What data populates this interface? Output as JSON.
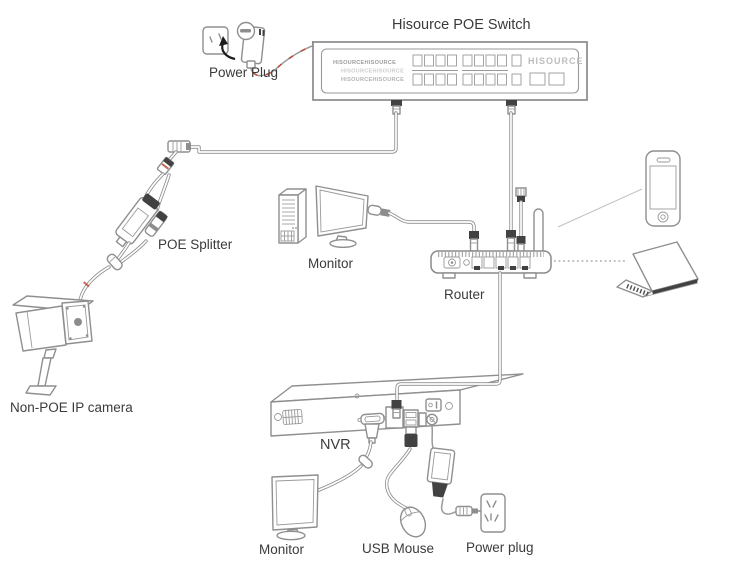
{
  "title": "Hisource POE Switch",
  "labels": {
    "power_plug_top": "Power Plug",
    "poe_splitter": "POE Splitter",
    "monitor_pc": "Monitor",
    "router": "Router",
    "camera": "Non-POE IP camera",
    "nvr": "NVR",
    "monitor_bottom": "Monitor",
    "usb_mouse": "USB Mouse",
    "power_plug_bottom": "Power plug"
  },
  "switch_panel": {
    "brand_line_1": "HISOURCEHISOURCE",
    "brand_line_2": "HISOURCEHISOURCE",
    "brand_line_3": "HISOURCEHISOURCE",
    "brand_logo": "HISOURCE"
  },
  "colors": {
    "line_gray": "#8f8f8f",
    "connector_dark": "#424242",
    "red_accent": "#bb4a3a",
    "label_text": "#3b3b3b",
    "background": "#ffffff"
  }
}
